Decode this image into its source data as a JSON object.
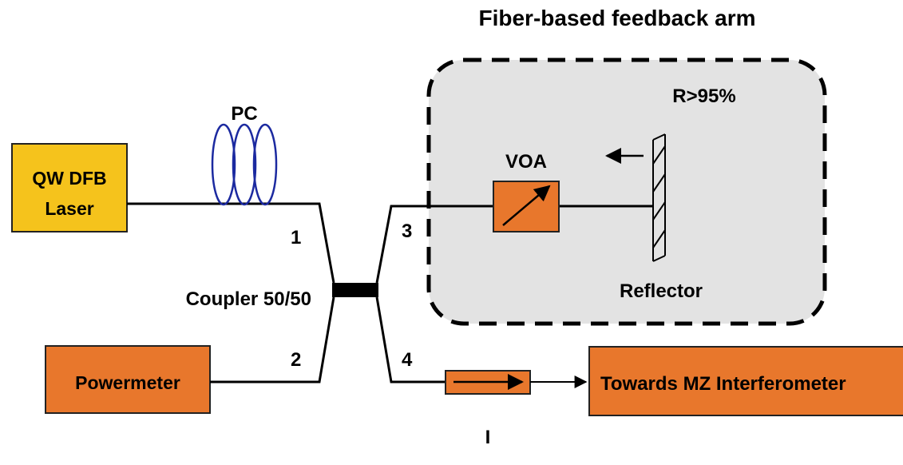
{
  "diagram": {
    "title": "Fiber-based feedback arm",
    "laser": {
      "line1": "QW DFB",
      "line2": "Laser"
    },
    "polarization_controller": "PC",
    "coupler": "Coupler 50/50",
    "ports": {
      "p1": "1",
      "p2": "2",
      "p3": "3",
      "p4": "4"
    },
    "voa": "VOA",
    "reflectivity": "R>95%",
    "reflector": "Reflector",
    "powermeter": "Powermeter",
    "isolator": "I",
    "output": "Towards MZ Interferometer"
  },
  "colors": {
    "laser_fill": "#f5c31c",
    "orange_fill": "#e8772c",
    "feedback_box_fill": "#e3e3e3",
    "pc_coil": "#1c2aa0",
    "line": "#000000"
  },
  "icons": [
    "voa-attenuator-arrow-icon",
    "isolator-arrow-icon",
    "reflected-light-arrow-icon",
    "pc-coil-icon"
  ]
}
